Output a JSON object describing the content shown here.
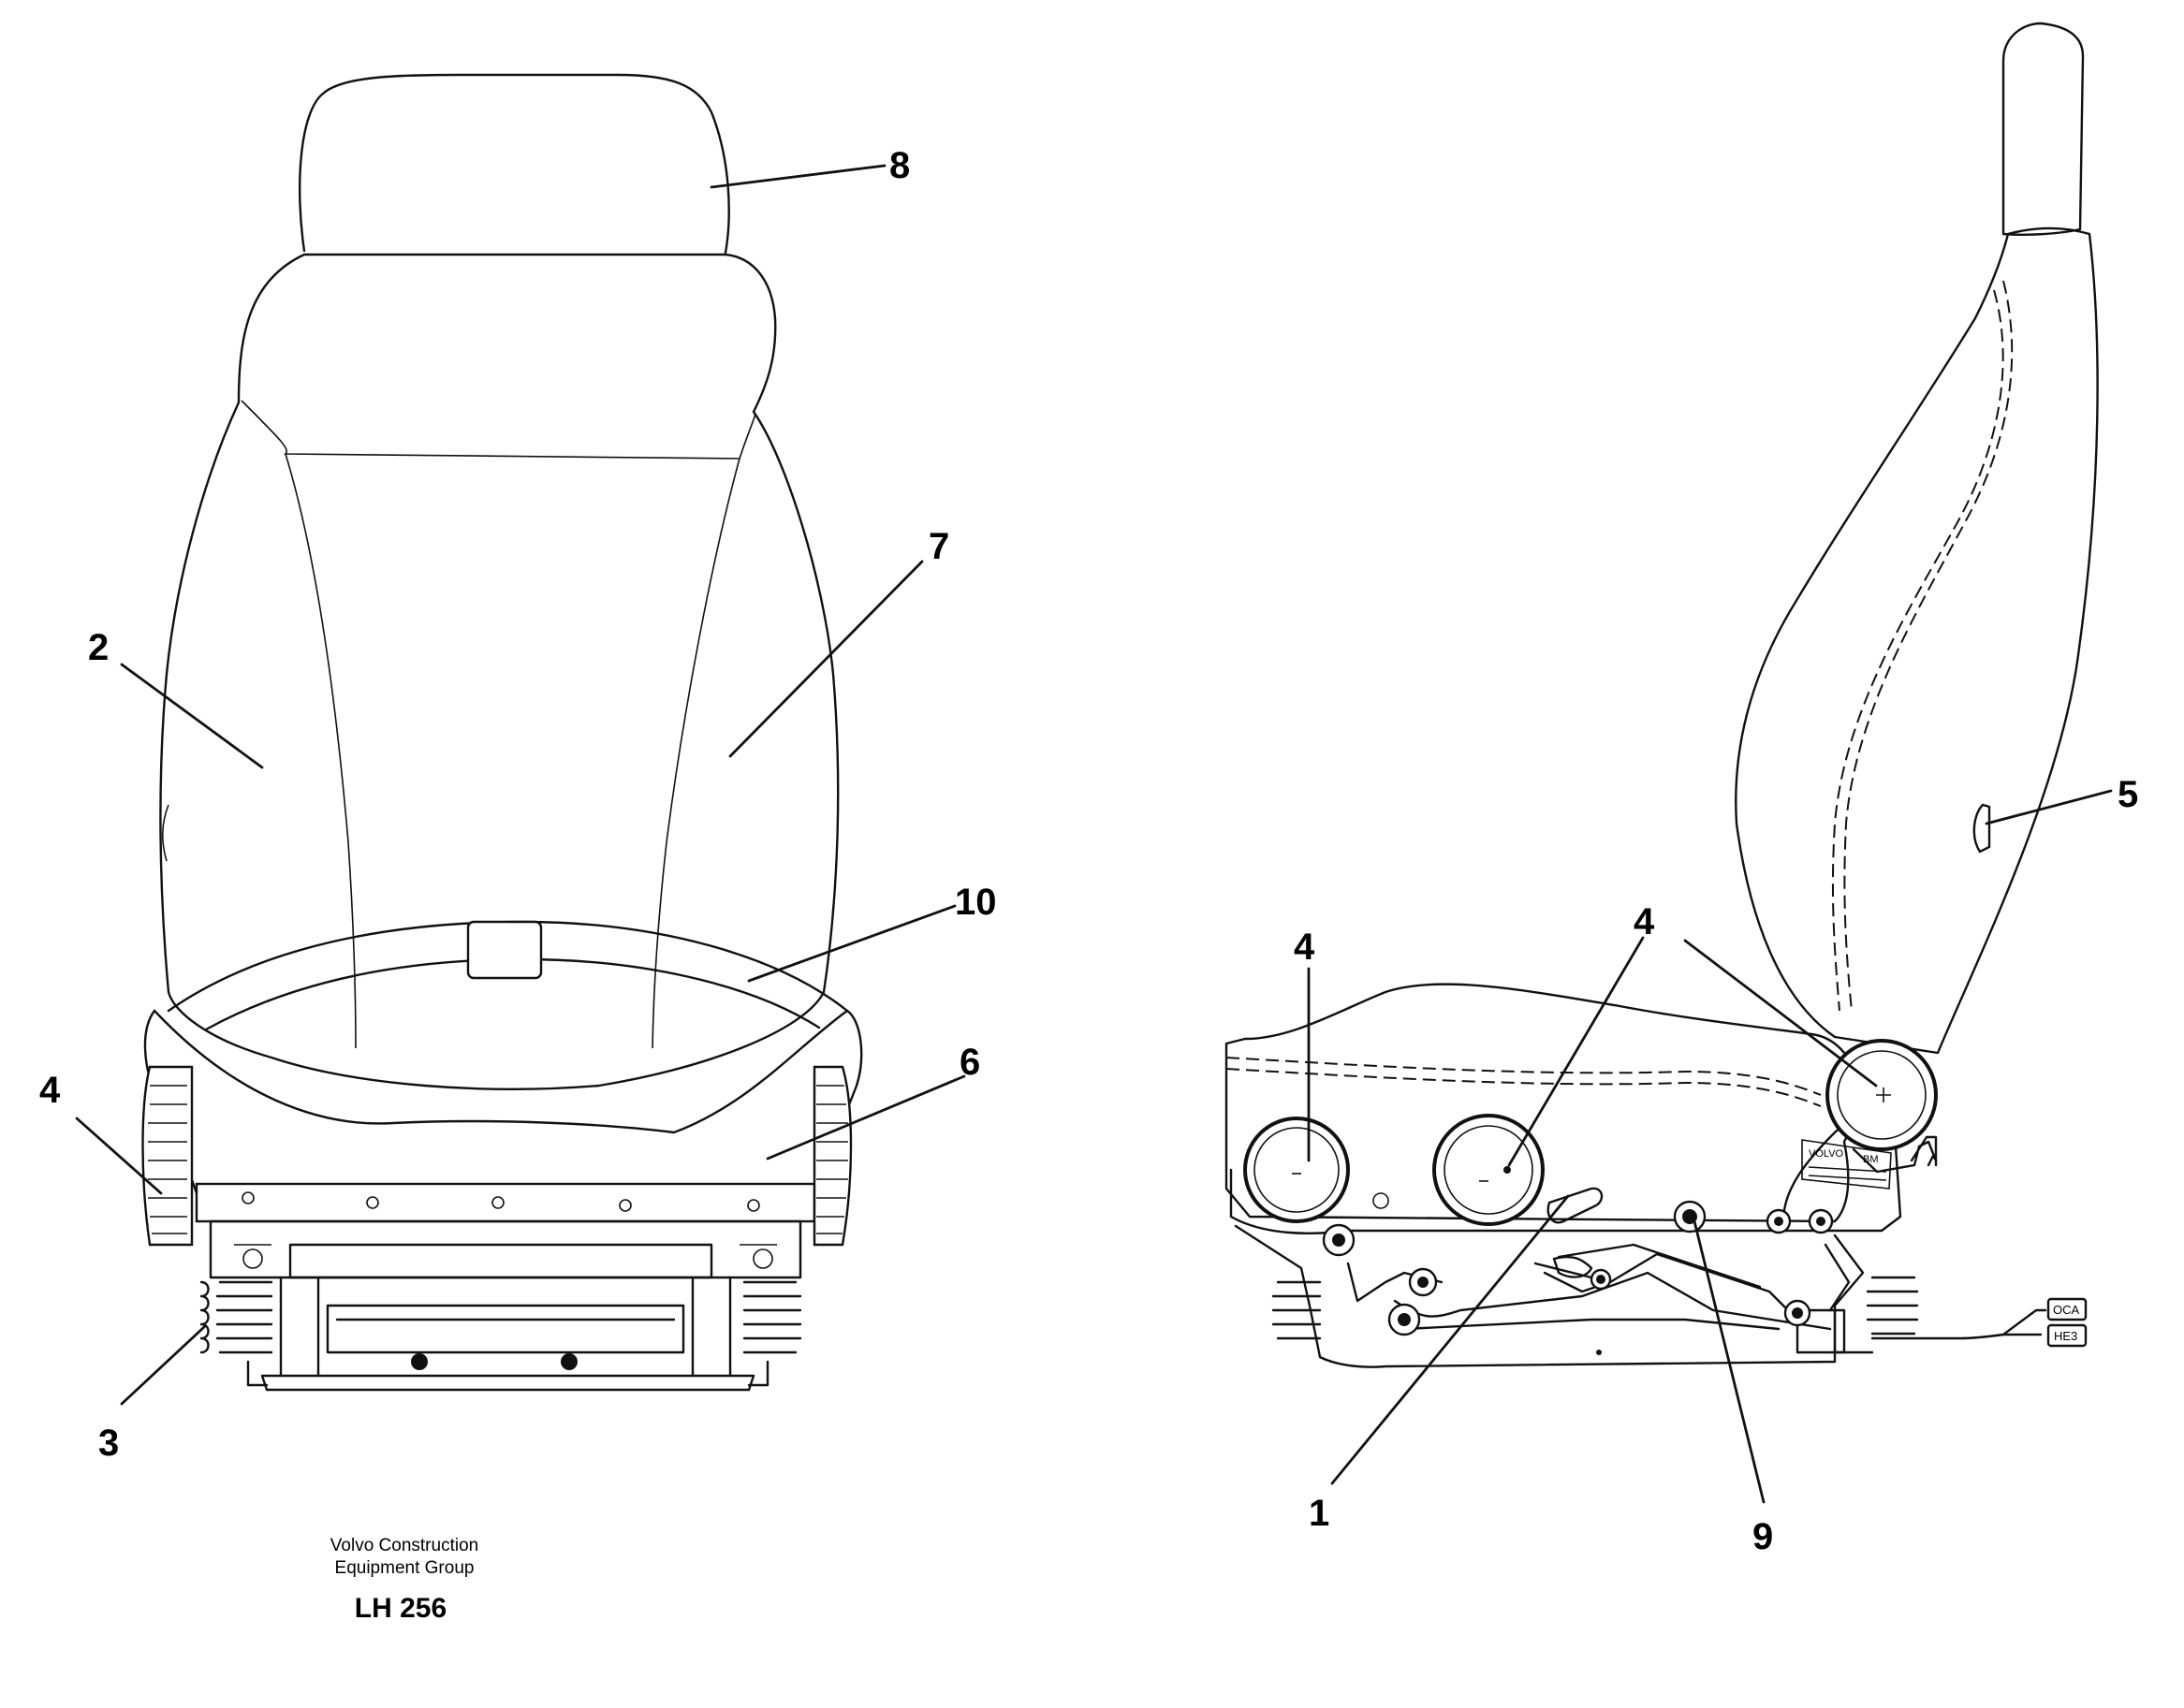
{
  "caption": {
    "line1": "Volvo Construction",
    "line2": "Equipment Group",
    "code": "LH 256"
  },
  "front_view": {
    "callouts": {
      "headrest": "8",
      "backrest_left": "2",
      "backrest_right": "7",
      "armrest_loop": "10",
      "seat_cushion": "6",
      "knob": "4",
      "suspension": "3"
    }
  },
  "side_view": {
    "callouts": {
      "lumbar_knob": "5",
      "knob_front": "4",
      "knob_middle": "4",
      "lever": "1",
      "pivot": "9"
    },
    "plate": {
      "brand": "VOLVO",
      "suffix": "BM"
    },
    "connector_tags": [
      "OCA",
      "HE3"
    ]
  }
}
